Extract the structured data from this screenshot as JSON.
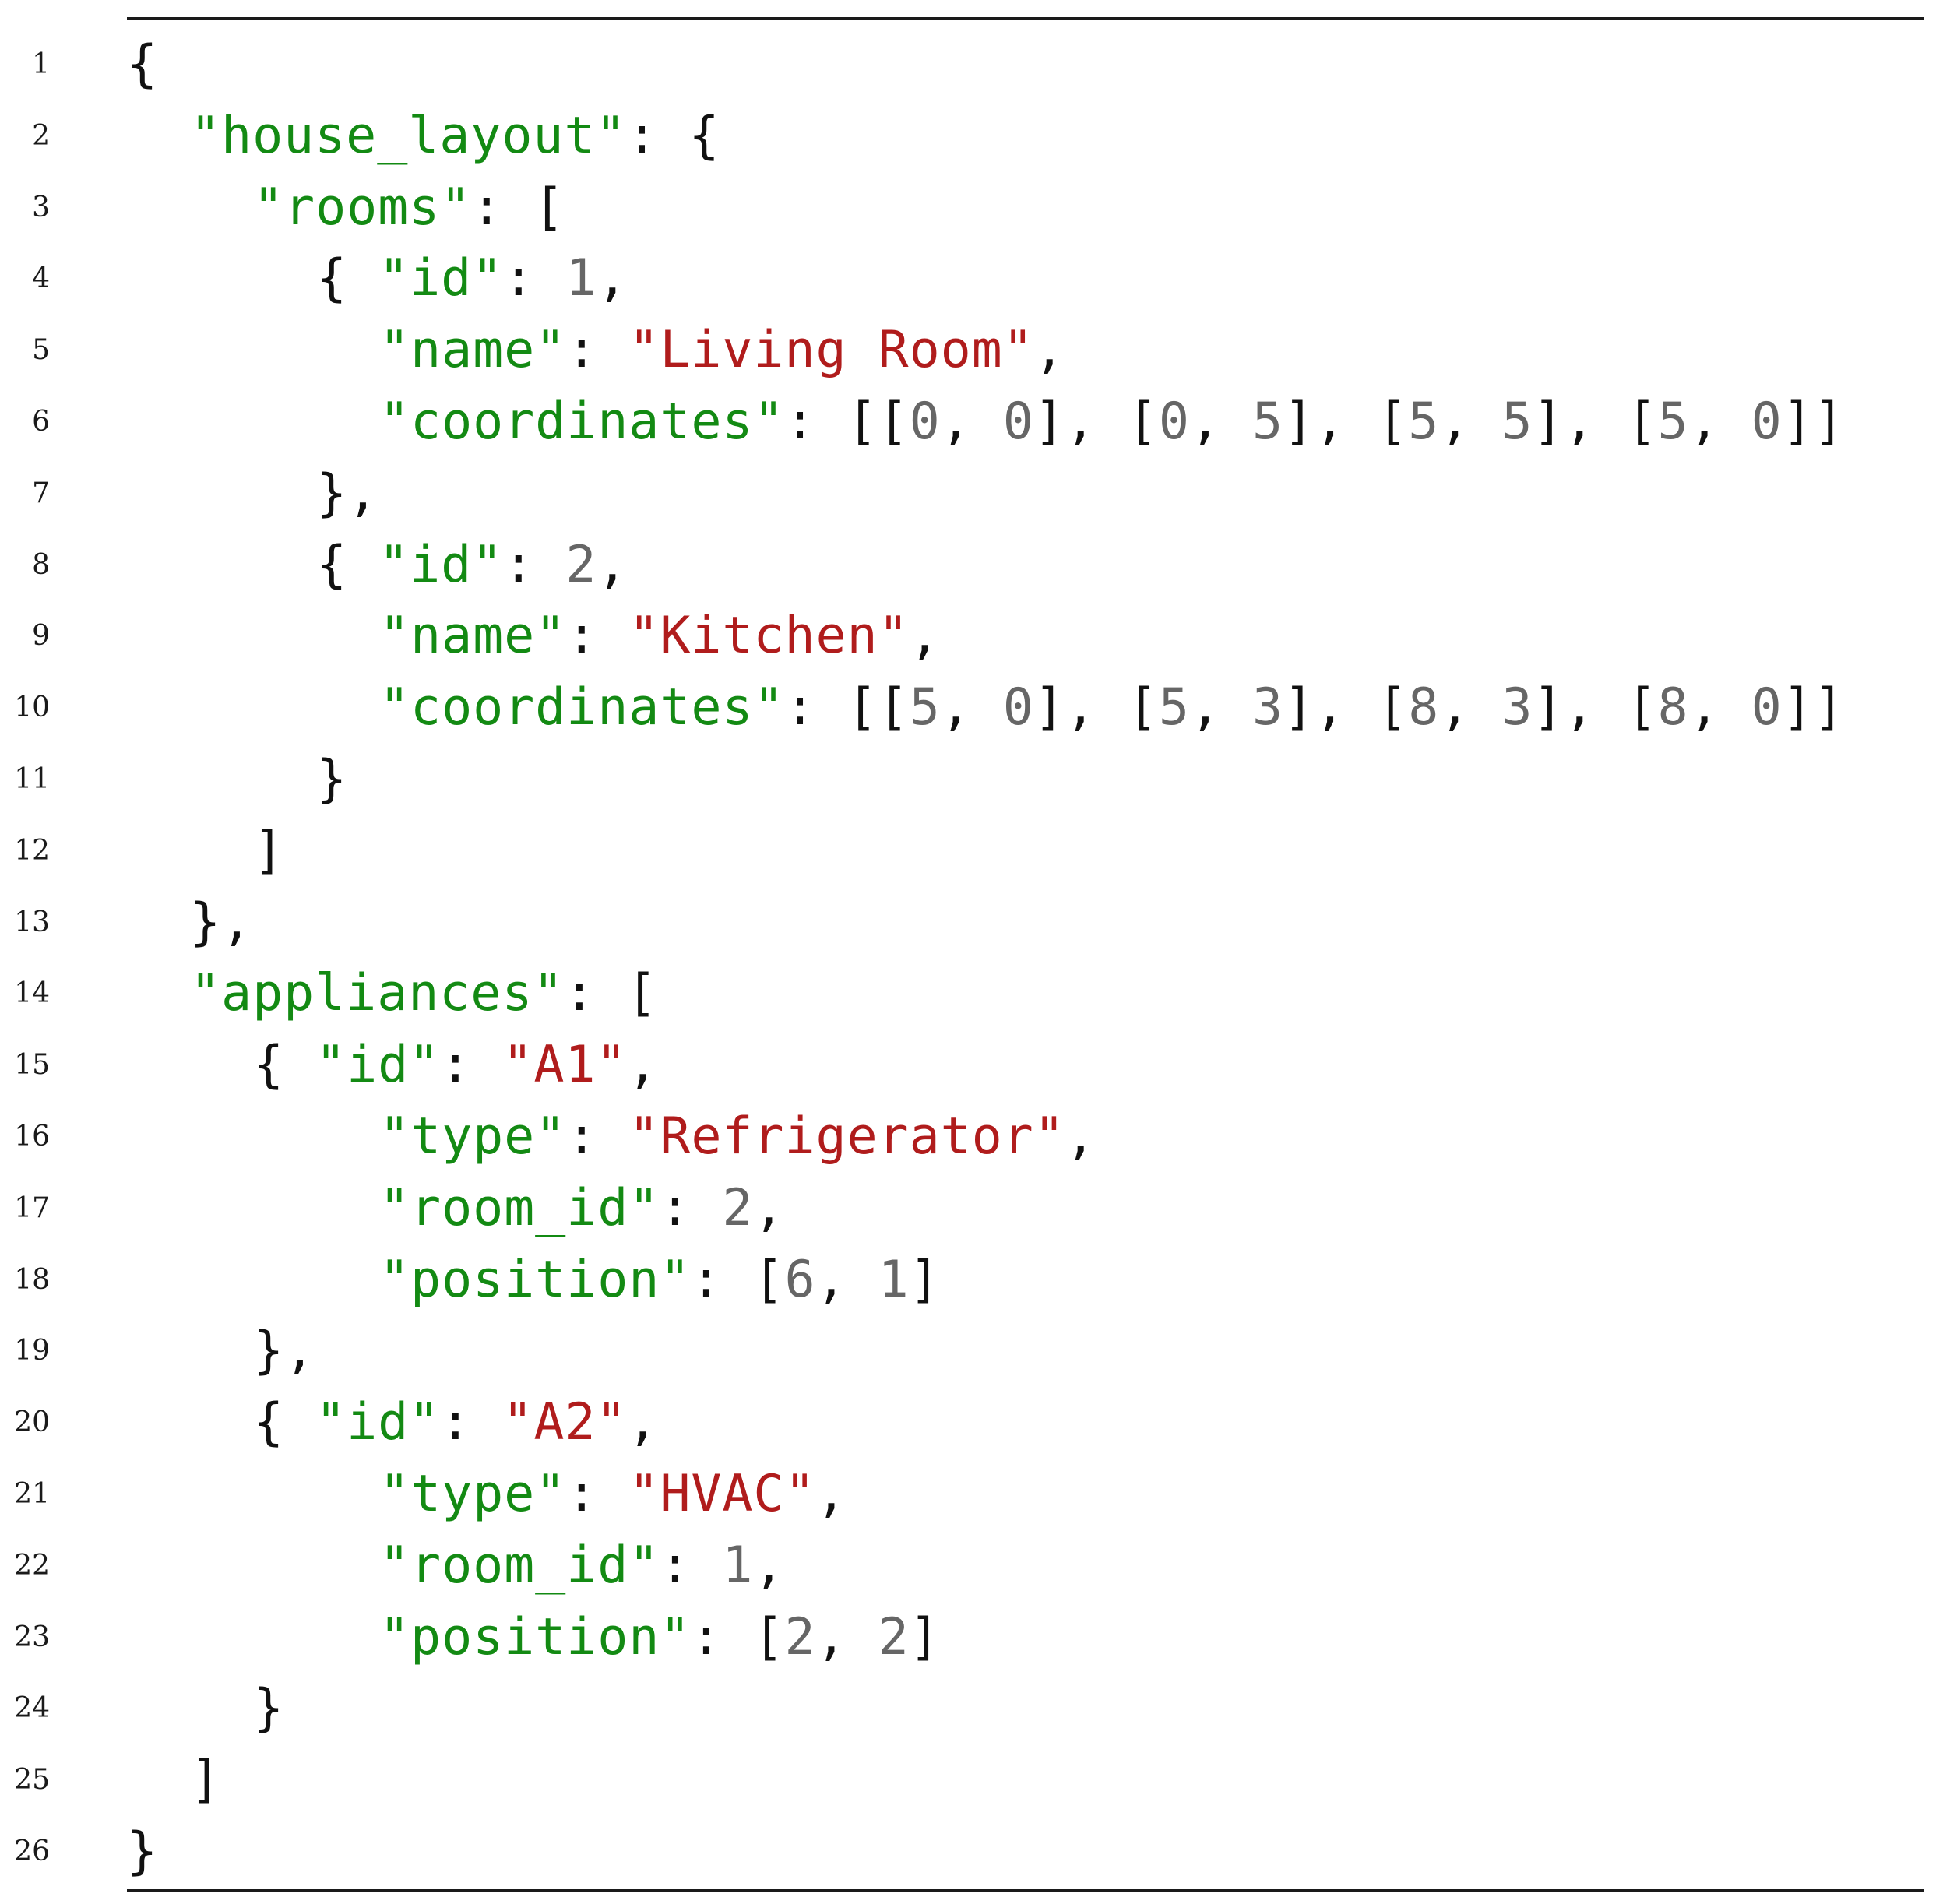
{
  "colors": {
    "key": "#138a13",
    "string": "#b01c1c",
    "number": "#666666",
    "punctuation": "#111111"
  },
  "lines": [
    {
      "n": "1",
      "indent": 0,
      "tokens": [
        {
          "t": "p",
          "v": "{"
        }
      ]
    },
    {
      "n": "2",
      "indent": 2,
      "tokens": [
        {
          "t": "k",
          "v": "\"house_layout\""
        },
        {
          "t": "p",
          "v": ": {"
        }
      ]
    },
    {
      "n": "3",
      "indent": 4,
      "tokens": [
        {
          "t": "k",
          "v": "\"rooms\""
        },
        {
          "t": "p",
          "v": ": ["
        }
      ]
    },
    {
      "n": "4",
      "indent": 6,
      "tokens": [
        {
          "t": "p",
          "v": "{ "
        },
        {
          "t": "k",
          "v": "\"id\""
        },
        {
          "t": "p",
          "v": ": "
        },
        {
          "t": "n",
          "v": "1"
        },
        {
          "t": "p",
          "v": ","
        }
      ]
    },
    {
      "n": "5",
      "indent": 8,
      "tokens": [
        {
          "t": "k",
          "v": "\"name\""
        },
        {
          "t": "p",
          "v": ": "
        },
        {
          "t": "s",
          "v": "\"Living Room\""
        },
        {
          "t": "p",
          "v": ","
        }
      ]
    },
    {
      "n": "6",
      "indent": 8,
      "tokens": [
        {
          "t": "k",
          "v": "\"coordinates\""
        },
        {
          "t": "p",
          "v": ": [["
        },
        {
          "t": "n",
          "v": "0"
        },
        {
          "t": "p",
          "v": ", "
        },
        {
          "t": "n",
          "v": "0"
        },
        {
          "t": "p",
          "v": "], ["
        },
        {
          "t": "n",
          "v": "0"
        },
        {
          "t": "p",
          "v": ", "
        },
        {
          "t": "n",
          "v": "5"
        },
        {
          "t": "p",
          "v": "], ["
        },
        {
          "t": "n",
          "v": "5"
        },
        {
          "t": "p",
          "v": ", "
        },
        {
          "t": "n",
          "v": "5"
        },
        {
          "t": "p",
          "v": "], ["
        },
        {
          "t": "n",
          "v": "5"
        },
        {
          "t": "p",
          "v": ", "
        },
        {
          "t": "n",
          "v": "0"
        },
        {
          "t": "p",
          "v": "]]"
        }
      ]
    },
    {
      "n": "7",
      "indent": 6,
      "tokens": [
        {
          "t": "p",
          "v": "},"
        }
      ]
    },
    {
      "n": "8",
      "indent": 6,
      "tokens": [
        {
          "t": "p",
          "v": "{ "
        },
        {
          "t": "k",
          "v": "\"id\""
        },
        {
          "t": "p",
          "v": ": "
        },
        {
          "t": "n",
          "v": "2"
        },
        {
          "t": "p",
          "v": ","
        }
      ]
    },
    {
      "n": "9",
      "indent": 8,
      "tokens": [
        {
          "t": "k",
          "v": "\"name\""
        },
        {
          "t": "p",
          "v": ": "
        },
        {
          "t": "s",
          "v": "\"Kitchen\""
        },
        {
          "t": "p",
          "v": ","
        }
      ]
    },
    {
      "n": "10",
      "indent": 8,
      "tokens": [
        {
          "t": "k",
          "v": "\"coordinates\""
        },
        {
          "t": "p",
          "v": ": [["
        },
        {
          "t": "n",
          "v": "5"
        },
        {
          "t": "p",
          "v": ", "
        },
        {
          "t": "n",
          "v": "0"
        },
        {
          "t": "p",
          "v": "], ["
        },
        {
          "t": "n",
          "v": "5"
        },
        {
          "t": "p",
          "v": ", "
        },
        {
          "t": "n",
          "v": "3"
        },
        {
          "t": "p",
          "v": "], ["
        },
        {
          "t": "n",
          "v": "8"
        },
        {
          "t": "p",
          "v": ", "
        },
        {
          "t": "n",
          "v": "3"
        },
        {
          "t": "p",
          "v": "], ["
        },
        {
          "t": "n",
          "v": "8"
        },
        {
          "t": "p",
          "v": ", "
        },
        {
          "t": "n",
          "v": "0"
        },
        {
          "t": "p",
          "v": "]]"
        }
      ]
    },
    {
      "n": "11",
      "indent": 6,
      "tokens": [
        {
          "t": "p",
          "v": "}"
        }
      ]
    },
    {
      "n": "12",
      "indent": 4,
      "tokens": [
        {
          "t": "p",
          "v": "]"
        }
      ]
    },
    {
      "n": "13",
      "indent": 2,
      "tokens": [
        {
          "t": "p",
          "v": "},"
        }
      ]
    },
    {
      "n": "14",
      "indent": 2,
      "tokens": [
        {
          "t": "k",
          "v": "\"appliances\""
        },
        {
          "t": "p",
          "v": ": ["
        }
      ]
    },
    {
      "n": "15",
      "indent": 4,
      "tokens": [
        {
          "t": "p",
          "v": "{ "
        },
        {
          "t": "k",
          "v": "\"id\""
        },
        {
          "t": "p",
          "v": ": "
        },
        {
          "t": "s",
          "v": "\"A1\""
        },
        {
          "t": "p",
          "v": ","
        }
      ]
    },
    {
      "n": "16",
      "indent": 8,
      "tokens": [
        {
          "t": "k",
          "v": "\"type\""
        },
        {
          "t": "p",
          "v": ": "
        },
        {
          "t": "s",
          "v": "\"Refrigerator\""
        },
        {
          "t": "p",
          "v": ","
        }
      ]
    },
    {
      "n": "17",
      "indent": 8,
      "tokens": [
        {
          "t": "k",
          "v": "\"room_id\""
        },
        {
          "t": "p",
          "v": ": "
        },
        {
          "t": "n",
          "v": "2"
        },
        {
          "t": "p",
          "v": ","
        }
      ]
    },
    {
      "n": "18",
      "indent": 8,
      "tokens": [
        {
          "t": "k",
          "v": "\"position\""
        },
        {
          "t": "p",
          "v": ": ["
        },
        {
          "t": "n",
          "v": "6"
        },
        {
          "t": "p",
          "v": ", "
        },
        {
          "t": "n",
          "v": "1"
        },
        {
          "t": "p",
          "v": "]"
        }
      ]
    },
    {
      "n": "19",
      "indent": 4,
      "tokens": [
        {
          "t": "p",
          "v": "},"
        }
      ]
    },
    {
      "n": "20",
      "indent": 4,
      "tokens": [
        {
          "t": "p",
          "v": "{ "
        },
        {
          "t": "k",
          "v": "\"id\""
        },
        {
          "t": "p",
          "v": ": "
        },
        {
          "t": "s",
          "v": "\"A2\""
        },
        {
          "t": "p",
          "v": ","
        }
      ]
    },
    {
      "n": "21",
      "indent": 8,
      "tokens": [
        {
          "t": "k",
          "v": "\"type\""
        },
        {
          "t": "p",
          "v": ": "
        },
        {
          "t": "s",
          "v": "\"HVAC\""
        },
        {
          "t": "p",
          "v": ","
        }
      ]
    },
    {
      "n": "22",
      "indent": 8,
      "tokens": [
        {
          "t": "k",
          "v": "\"room_id\""
        },
        {
          "t": "p",
          "v": ": "
        },
        {
          "t": "n",
          "v": "1"
        },
        {
          "t": "p",
          "v": ","
        }
      ]
    },
    {
      "n": "23",
      "indent": 8,
      "tokens": [
        {
          "t": "k",
          "v": "\"position\""
        },
        {
          "t": "p",
          "v": ": ["
        },
        {
          "t": "n",
          "v": "2"
        },
        {
          "t": "p",
          "v": ", "
        },
        {
          "t": "n",
          "v": "2"
        },
        {
          "t": "p",
          "v": "]"
        }
      ]
    },
    {
      "n": "24",
      "indent": 4,
      "tokens": [
        {
          "t": "p",
          "v": "}"
        }
      ]
    },
    {
      "n": "25",
      "indent": 2,
      "tokens": [
        {
          "t": "p",
          "v": "]"
        }
      ]
    },
    {
      "n": "26",
      "indent": 0,
      "tokens": [
        {
          "t": "p",
          "v": "}"
        }
      ]
    }
  ]
}
